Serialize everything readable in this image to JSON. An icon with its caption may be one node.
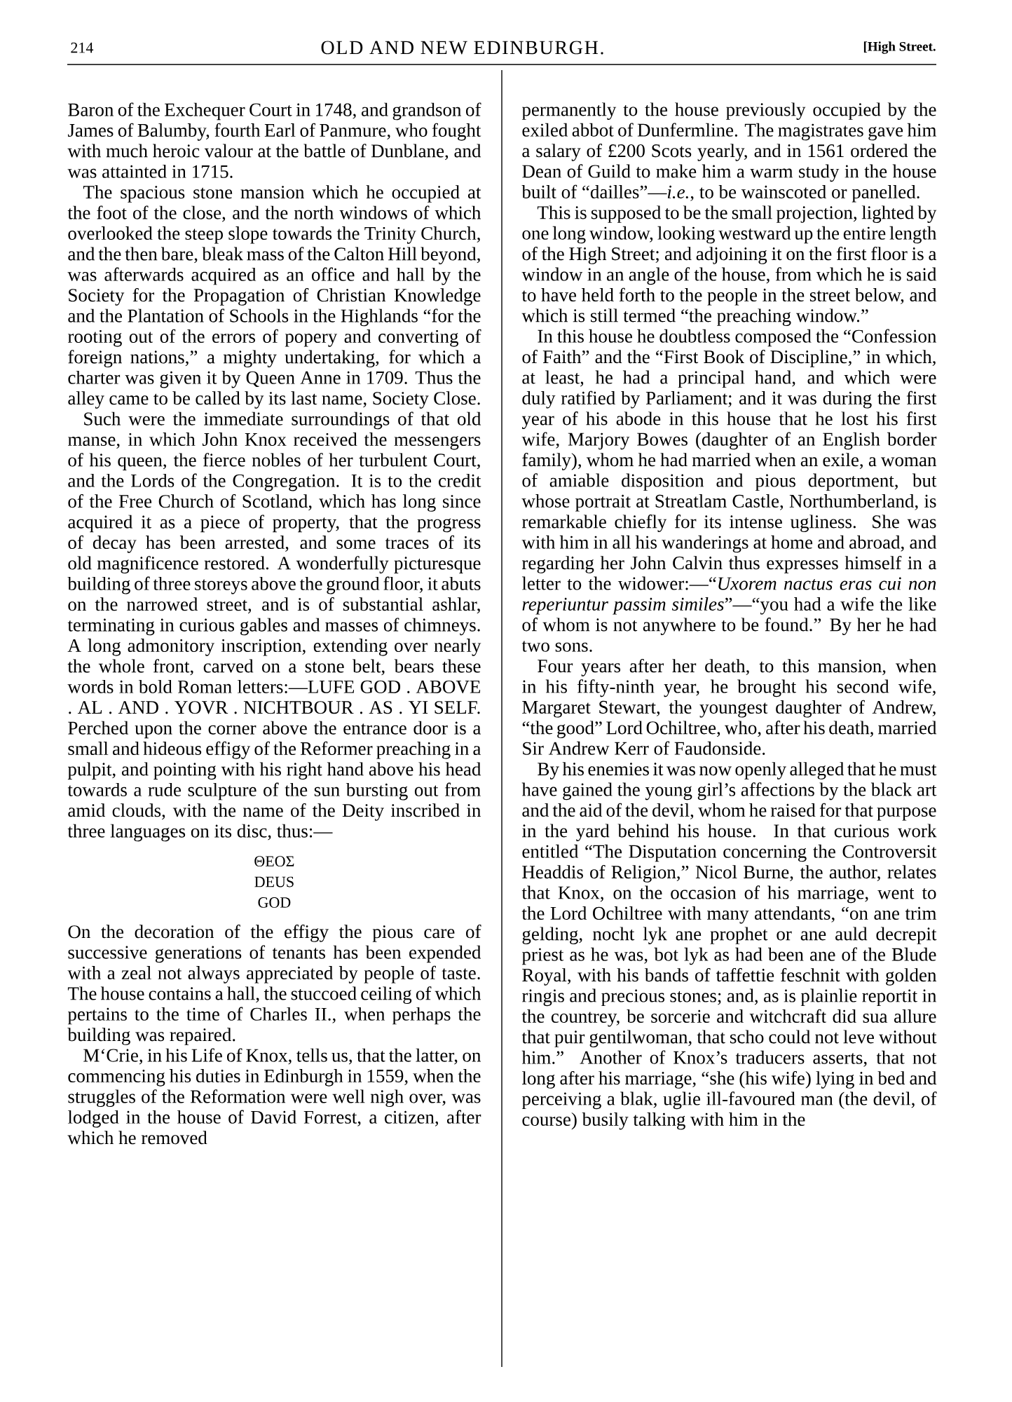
{
  "diagram": {
    "title": "OLD AND NEW EDINBURGH.",
    "labels": [
      "214",
      "[High Street.",
      "Baron of the Exchequer Court in 1748, and grandson of James of Balumby, fourth Earl of Panmure, who fought with much heroic valour at the battle of Dunblane, and was attainted in 1715.",
      "The spacious stone mansion which he occupied at the foot of the close, and the north windows of which overlooked the steep slope towards the Trinity Church, and the then bare, bleak mass of the Calton Hill beyond, was afterwards acquired as an office and hall by the Society for the Propagation of Christian Knowledge and the Plantation of Schools in the Highlands “for the rooting out of the errors of popery and converting of foreign nations,” a mighty undertaking, for which a charter was given it by Queen Anne in 1709. Thus the alley came to be called by its last name, Society Close.",
      "Such were the immediate surroundings of that old manse, in which John Knox received the messengers of his queen, the fierce nobles of her turbulent Court, and the Lords of the Congregation. It is to the credit of the Free Church of Scotland, which has long since acquired it as a piece of property, that the progress of decay has been arrested, and some traces of its old magnificence restored. A wonderfully picturesque building of three storeys above the ground floor, it abuts on the narrowed street, and is of substantial ashlar, terminating in curious gables and masses of chimneys. A long admonitory inscription, extending over nearly the whole front, carved on a stone belt, bears these words in bold Roman letters:—LUFE GOD . ABOVE . AL . AND . YOVR . NICHTBOUR . AS . YI SELF. Perched upon the corner above the entrance door is a small and hideous effigy of the Reformer preaching in a pulpit, and pointing with his right hand above his head towards a rude sculpture of the sun bursting out from amid clouds, with the name of the Deity inscribed in three languages on its disc, thus:—",
      "ΘΕΟΣ",
      "DEUS",
      "GOD",
      "On the decoration of the effigy the pious care of successive generations of tenants has been expended with a zeal not always appreciated by people of taste. The house contains a hall, the stuccoed ceiling of which pertains to the time of Charles II., when perhaps the building was repaired.",
      "M‘Crie, in his Life of Knox, tells us, that the latter, on commencing his duties in Edinburgh in 1559, when the struggles of the Reformation were well nigh over, was lodged in the house of David Forrest, a citizen, after which he removed",
      "permanently to the house previously occupied by the exiled abbot of Dunfermline. The magistrates gave him a salary of £200 Scots yearly, and in 1561 ordered the Dean of Guild to make him a warm study in the house built of “dailles”—*i.e.*, to be wainscoted or panelled.",
      "This is supposed to be the small projection, lighted by one long window, looking westward up the entire length of the High Street; and adjoining it on the first floor is a window in an angle of the house, from which he is said to have held forth to the people in the street below, and which is still termed “the preaching window.”",
      "In this house he doubtless composed the “Confession of Faith” and the “First Book of Discipline,” in which, at least, he had a principal hand, and which were duly ratified by Parliament; and it was during the first year of his abode in this house that he lost his first wife, Marjory Bowes (daughter of an English border family), whom he had married when an exile, a woman of amiable disposition and pious deportment, but whose portrait at Streatlam Castle, Northumberland, is remarkable chiefly for its intense ugliness. She was with him in all his wanderings at home and abroad, and regarding her John Calvin thus expresses himself in a letter to the widower:—“*Uxorem nactus eras cui non reperiuntur passim similes*”—“you had a wife the like of whom is not anywhere to be found.” By her he had two sons.",
      "Four years after her death, to this mansion, when in his fifty-ninth year, he brought his second wife, Margaret Stewart, the youngest daughter of Andrew, “the good” Lord Ochiltree, who, after his death, married Sir Andrew Kerr of Faudonside.",
      "By his enemies it was now openly alleged that he must have gained the young girl’s affections by the black art and the aid of the devil, whom he raised for that purpose in the yard behind his house. In that curious work entitled “The Disputation concerning the Controversit Headdis of Religion,” Nicol Burne, the author, relates that Knox, on the occasion of his marriage, went to the Lord Ochiltree with many attendants, “on ane trim gelding, nocht lyk ane prophet or ane auld decrepit priest as he was, bot lyk as had been ane of the Blude Royal, with his bands of taffettie feschnit with golden ringis and precious stones; and, as is plainlie reportit in the countrey, be sorcerie and witchcraft did sua allure that puir gentilwoman, that scho could not leve without him.” Another of Knox’s traducers asserts, that not long after his marriage, “she (his wife) lying in bed and perceiving a blak, uglie ill-favoured man (the devil, of course) busily talking with him in the"
    ]
  }
}
